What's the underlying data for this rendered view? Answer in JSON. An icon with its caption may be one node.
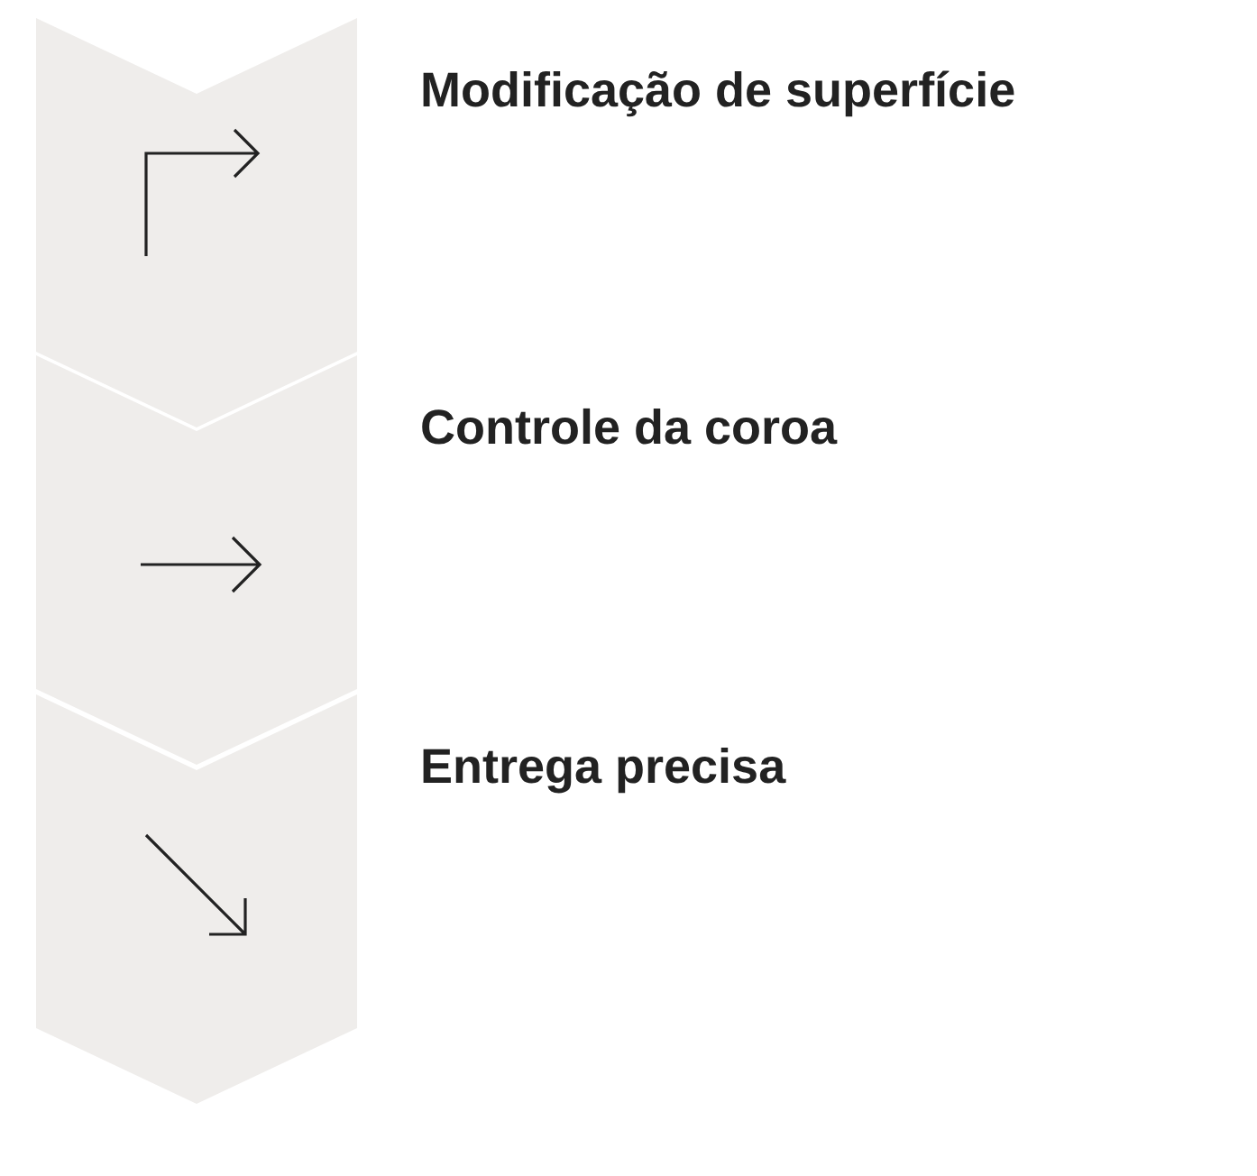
{
  "diagram": {
    "nodes": [
      {
        "text": [],
        "shape": "chevron",
        "beside": [
          "Modificação de superfície"
        ]
      },
      {
        "text": [],
        "shape": "chevron",
        "beside": [
          "Controle da coroa"
        ]
      },
      {
        "text": [],
        "shape": "chevron",
        "beside": [
          "Entrega precisa"
        ]
      }
    ]
  }
}
